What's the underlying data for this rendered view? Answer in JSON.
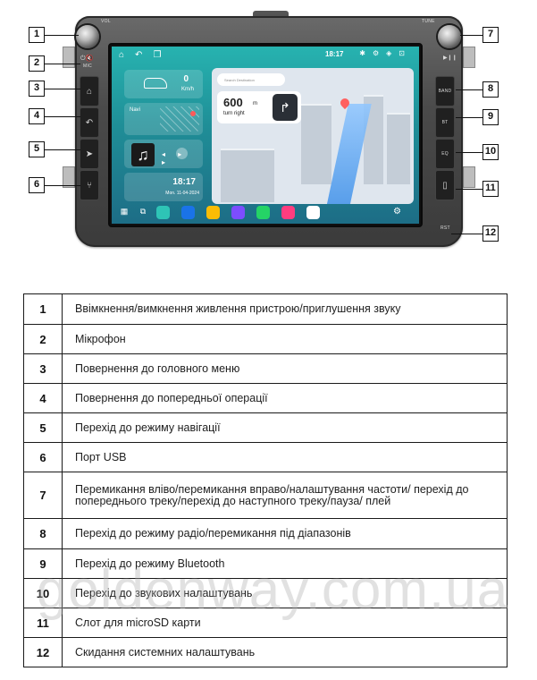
{
  "device": {
    "knob_left_label": "VOL",
    "knob_right_label": "TUNE",
    "mic_label": "MIC",
    "rst_label": "RST",
    "right_buttons": [
      "BAND",
      "BT",
      "EQ"
    ],
    "play_pause_label": "▶❙❙",
    "status_bar": {
      "time": "18:17"
    },
    "speed_card": {
      "value": "0",
      "unit": "Km/h"
    },
    "navi_card": {
      "label": "Navi"
    },
    "time_card": {
      "time": "18:17",
      "date": "Mon. 11-04-2024"
    },
    "nav_panel": {
      "search_placeholder": "Search Destination",
      "distance": "600",
      "distance_unit": "m",
      "instruction": "turn right"
    },
    "dock_app_colors": [
      "#2ec4b6",
      "#1a73e8",
      "#fbbc05",
      "#7c4dff",
      "#25d366",
      "#ff3d7f",
      "#ffffff"
    ]
  },
  "callouts": [
    "1",
    "2",
    "3",
    "4",
    "5",
    "6",
    "7",
    "8",
    "9",
    "10",
    "11",
    "12"
  ],
  "table": {
    "rows": [
      {
        "num": "1",
        "text": "Ввімкнення/вимкнення живлення пристрою/приглушення звуку"
      },
      {
        "num": "2",
        "text": "Мікрофон"
      },
      {
        "num": "3",
        "text": "Повернення до головного меню"
      },
      {
        "num": "4",
        "text": "Повернення до попередньої операції"
      },
      {
        "num": "5",
        "text": "Перехід до режиму навігації"
      },
      {
        "num": "6",
        "text": " Порт USB"
      },
      {
        "num": "7",
        "text": "Перемикання вліво/перемикання вправо/налаштування частоти/ перехід до попереднього треку/перехід до наступного треку/пауза/ плей"
      },
      {
        "num": "8",
        "text": "Перехід до режиму радіо/перемикання під діапазонів"
      },
      {
        "num": "9",
        "text": "Перехід до режиму Bluetooth"
      },
      {
        "num": "10",
        "text": "Перехід до звукових налаштувань"
      },
      {
        "num": "11",
        "text": " Слот для microSD карти"
      },
      {
        "num": "12",
        "text": "Скидання системних налаштувань"
      }
    ]
  },
  "watermark": "goldenway.com.ua"
}
